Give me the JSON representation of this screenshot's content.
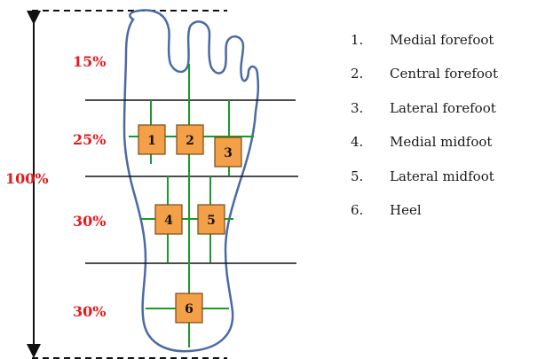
{
  "colors": {
    "outline": "#4a6aa5",
    "grid": "#1a9a2a",
    "box_fill": "#f4a048",
    "box_stroke": "#7a4a18",
    "percent_text": "#e41a1c",
    "line": "#111111"
  },
  "percentages": {
    "total": "100%",
    "forefoot_toes": "15%",
    "forefoot": "25%",
    "midfoot": "30%",
    "heel": "30%"
  },
  "regions": [
    {
      "id": "1",
      "name": "Medial forefoot"
    },
    {
      "id": "2",
      "name": "Central forefoot"
    },
    {
      "id": "3",
      "name": "Lateral forefoot"
    },
    {
      "id": "4",
      "name": "Medial midfoot"
    },
    {
      "id": "5",
      "name": "Lateral midfoot"
    },
    {
      "id": "6",
      "name": "Heel"
    }
  ],
  "legend": [
    {
      "number": "1.",
      "label": "Medial forefoot"
    },
    {
      "number": "2.",
      "label": "Central forefoot"
    },
    {
      "number": "3.",
      "label": "Lateral forefoot"
    },
    {
      "number": "4.",
      "label": "Medial midfoot"
    },
    {
      "number": "5.",
      "label": "Lateral midfoot"
    },
    {
      "number": "6.",
      "label": "Heel"
    }
  ]
}
